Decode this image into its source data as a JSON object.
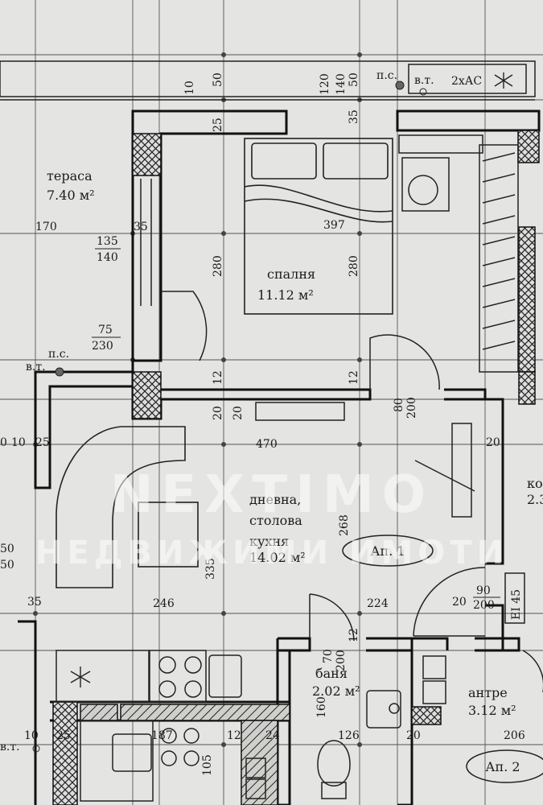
{
  "rooms": {
    "terrace": {
      "name": "тераса",
      "area": "7.40 м²"
    },
    "bedroom": {
      "name": "спалня",
      "area": "11.12 м²"
    },
    "living": {
      "line1": "дневна,",
      "line2": "столова",
      "line3": "кухня",
      "area": "14.02 м²"
    },
    "bath": {
      "name": "баня",
      "area": "2.02 м²"
    },
    "hall": {
      "name": "антре",
      "area": "3.12 м²"
    },
    "corridor": {
      "name_partial": "ко",
      "area_partial": "2.3"
    }
  },
  "labels": {
    "apt1": "Ап. 1",
    "apt2": "Ап. 2",
    "ac_unit": "2хАС",
    "fire_rating": "EI 45"
  },
  "annotations": {
    "ps_top": "п.с.",
    "vt_top": "в.т.",
    "ps_left": "п.с.",
    "vt_left": "в.т.",
    "vt_bottom": "в.т."
  },
  "dimensions": {
    "d10_top": "10",
    "d50_top": "50",
    "d120": "120",
    "d140": "140",
    "d50b": "50",
    "d25_top": "25",
    "d35_top": "35",
    "d170": "170",
    "d35_left": "35",
    "d135": "135",
    "d140b": "140",
    "d397": "397",
    "d280_left": "280",
    "d280_right": "280",
    "d75": "75",
    "d230": "230",
    "d12_a": "12",
    "d12_b": "12",
    "d20_a": "20",
    "d20_b": "20",
    "d20_right": "20",
    "d80": "80",
    "d200": "200",
    "d470": "470",
    "d10_left": "0",
    "d10_b": "10",
    "d25_left": "25",
    "d268": "268",
    "d335": "335",
    "d246": "246",
    "d224": "224",
    "d50_left": "50",
    "d50_left2": "50",
    "d35_bottom": "35",
    "d70": "70",
    "d200b": "200",
    "d12c": "12",
    "d90": "90",
    "d200c": "200",
    "d20_hall": "20",
    "d160": "160",
    "d126": "126",
    "d20_bath": "20",
    "d206": "206",
    "d10_bot": "10",
    "d25_bot": "25",
    "d187": "187",
    "d12_bot": "12",
    "d24": "24",
    "d105": "105"
  },
  "watermark": {
    "line1": "NEXTIMO",
    "line2": "НЕДВИЖИМИ ИМОТИ"
  }
}
